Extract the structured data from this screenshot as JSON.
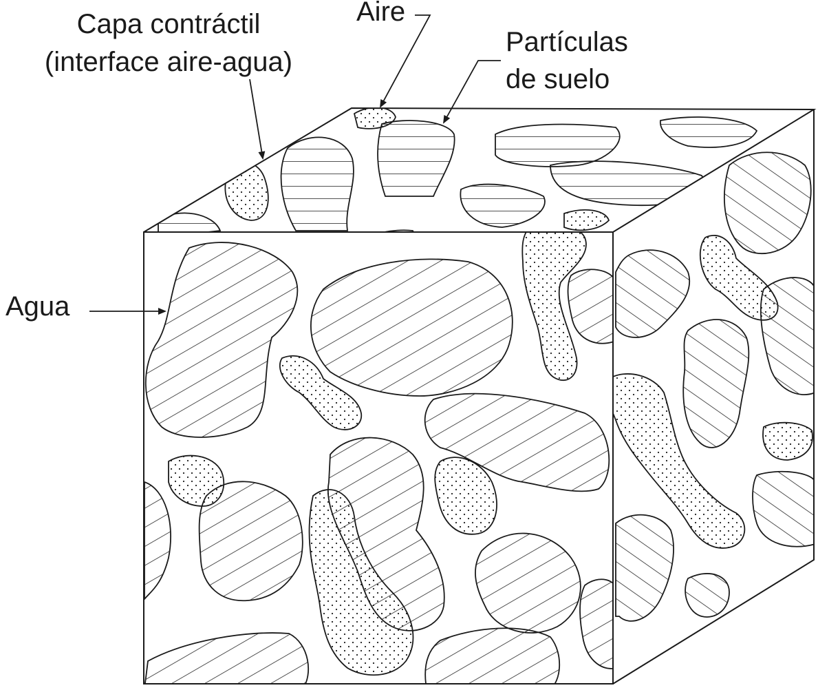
{
  "diagram": {
    "labels": {
      "capa_line1": "Capa contráctil",
      "capa_line2": "(interface aire-agua)",
      "aire": "Aire",
      "particulas_line1": "Partículas",
      "particulas_line2": "de suelo",
      "agua": "Agua"
    },
    "legend_regions": [
      {
        "name": "particulas-de-suelo",
        "pattern": "hatched"
      },
      {
        "name": "aire",
        "pattern": "dotted"
      },
      {
        "name": "agua",
        "pattern": "blank"
      }
    ],
    "colors": {
      "line": "#1a1a1a",
      "background": "#ffffff"
    }
  }
}
